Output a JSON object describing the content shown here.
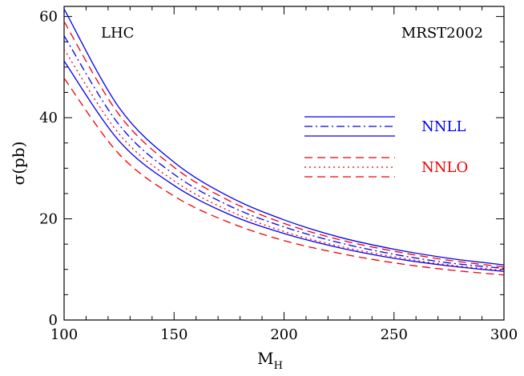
{
  "chart_data": {
    "type": "line",
    "title": "",
    "corner_left": "LHC",
    "corner_right": "MRST2002",
    "xlabel": "M",
    "xlabel_sub": "H",
    "ylabel": "σ(pb)",
    "xlim": [
      100,
      300
    ],
    "ylim": [
      0,
      62
    ],
    "xticks": [
      100,
      150,
      200,
      250,
      300
    ],
    "yticks": [
      0,
      20,
      40,
      60
    ],
    "x": [
      100,
      125,
      150,
      175,
      200,
      225,
      250,
      275,
      300
    ],
    "series": [
      {
        "group": "NNLL",
        "style": "solid",
        "color": "#0000ee",
        "values": [
          61.5,
          42.0,
          31.2,
          24.4,
          19.8,
          16.4,
          14.0,
          12.2,
          10.9
        ]
      },
      {
        "group": "NNLL",
        "style": "dashdot",
        "color": "#0000ee",
        "values": [
          56.2,
          38.6,
          28.8,
          22.6,
          18.4,
          15.3,
          13.0,
          11.3,
          10.2
        ]
      },
      {
        "group": "NNLL",
        "style": "solid",
        "color": "#0000ee",
        "values": [
          51.2,
          35.4,
          26.6,
          20.9,
          17.1,
          14.3,
          12.2,
          10.7,
          9.6
        ]
      },
      {
        "group": "NNLO",
        "style": "dashed",
        "color": "#ee0000",
        "values": [
          59.0,
          40.6,
          30.2,
          23.6,
          19.1,
          15.9,
          13.6,
          11.8,
          10.5
        ]
      },
      {
        "group": "NNLO",
        "style": "dotted",
        "color": "#ee0000",
        "values": [
          53.5,
          36.8,
          27.5,
          21.6,
          17.5,
          14.6,
          12.5,
          10.9,
          9.8
        ]
      },
      {
        "group": "NNLO",
        "style": "dashed",
        "color": "#ee0000",
        "values": [
          47.8,
          32.8,
          24.5,
          19.3,
          15.7,
          13.2,
          11.3,
          9.9,
          8.9
        ]
      }
    ],
    "legend": [
      {
        "label": "NNLL",
        "color": "#0000ee",
        "styles": [
          "solid",
          "dashdot",
          "solid"
        ]
      },
      {
        "label": "NNLO",
        "color": "#ee0000",
        "styles": [
          "dashed",
          "dotted",
          "dashed"
        ]
      }
    ]
  }
}
